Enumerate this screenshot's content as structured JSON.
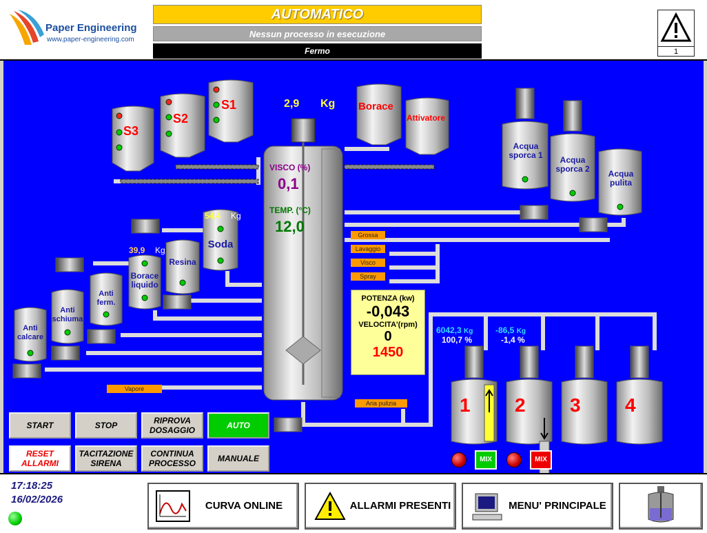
{
  "header": {
    "logo_brand": "Paper Engineering",
    "logo_url": "www.paper-engineering.com",
    "mode": "AUTOMATICO",
    "process": "Nessun processo in esecuzione",
    "state": "Fermo",
    "alarm_count": "1"
  },
  "mixer": {
    "weight_value": "2,9",
    "weight_unit": "Kg",
    "visco_label": "VISCO (%)",
    "visco_value": "0,1",
    "temp_label": "TEMP. (°C)",
    "temp_value": "12,0",
    "power_label": "POTENZA (kw)",
    "power_value": "-0,043",
    "speed_label": "VELOCITA'(rpm)",
    "speed_value": "0",
    "speed_set": "1450"
  },
  "silos": {
    "s3": "S3",
    "s2": "S2",
    "s1": "S1",
    "borace": "Borace",
    "attivatore": "Attivatore"
  },
  "tanks": {
    "acqua_sporca_1": "Acqua sporca 1",
    "acqua_sporca_2": "Acqua sporca 2",
    "acqua_pulita": "Acqua pulita",
    "soda": "Soda",
    "soda_weight": "54,4",
    "soda_unit": "Kg",
    "resina": "Resina",
    "borace_liquido": "Borace liquido",
    "borace_liquido_weight": "39,9",
    "borace_liquido_unit": "Kg",
    "anti_fermento": "Anti ferm.",
    "anti_schiuma": "Anti schiuma",
    "anti_calcare": "Anti calcare"
  },
  "line_labels": {
    "grossa": "Grossa",
    "lavaggio": "Lavaggio",
    "visco": "Visco",
    "spray": "Spray",
    "vapore": "Vapore",
    "aria_pulizia": "Aria pulizia"
  },
  "storage": {
    "tank1_kg": "6042,3",
    "tank1_pct": "100,7",
    "tank1_label": "1",
    "tank2_kg": "-86,5",
    "tank2_pct": "-1,4",
    "tank2_label": "2",
    "tank3_label": "3",
    "tank4_label": "4",
    "kg_unit": "Kg",
    "pct_unit": "%",
    "tank1_level": 1.0,
    "tank2_level": 0.0,
    "mix_label": "MIX"
  },
  "commands": {
    "start": "START",
    "stop": "STOP",
    "riprova": "RIPROVA DOSAGGIO",
    "auto": "AUTO",
    "reset": "RESET ALLARMI",
    "tacitazione": "TACITAZIONE SIRENA",
    "continua": "CONTINUA PROCESSO",
    "manuale": "MANUALE"
  },
  "footer": {
    "time": "17:18:25",
    "date": "16/02/2026",
    "curva": "CURVA ONLINE",
    "allarmi": "ALLARMI PRESENTI",
    "menu": "MENU' PRINCIPALE"
  },
  "colors": {
    "background": "#0000ff",
    "mode_bar": "#ffcc00",
    "label_orange": "#ff9900",
    "value_yellow": "#ffff44",
    "active_green": "#00cc00"
  }
}
